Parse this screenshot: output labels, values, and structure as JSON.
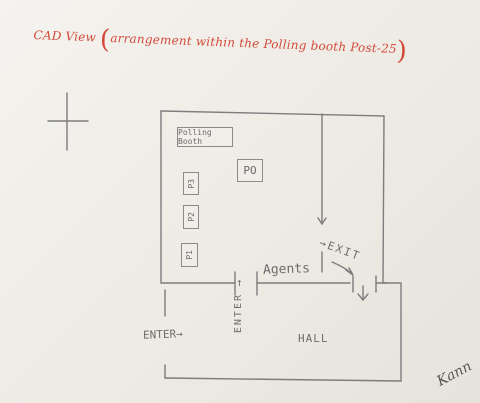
{
  "title": {
    "prefix": "CAD View",
    "open_paren": "(",
    "text": "arrangement within the Polling booth Post-25",
    "close_paren": ")"
  },
  "plan": {
    "polling_booth_label": "Polling Booth",
    "po_label": "PO",
    "p3_label": "P3",
    "p2_label": "P2",
    "p1_label": "P1",
    "agents_label": "Agents",
    "exit_label": "EXIT",
    "enter_vertical_label": "ENTER",
    "enter_side_label": "ENTER",
    "hall_label": "HALL"
  },
  "signature": {
    "text": "Kann"
  },
  "colors": {
    "title_red": "#d24a3a",
    "pencil": "#7a7a7a"
  }
}
